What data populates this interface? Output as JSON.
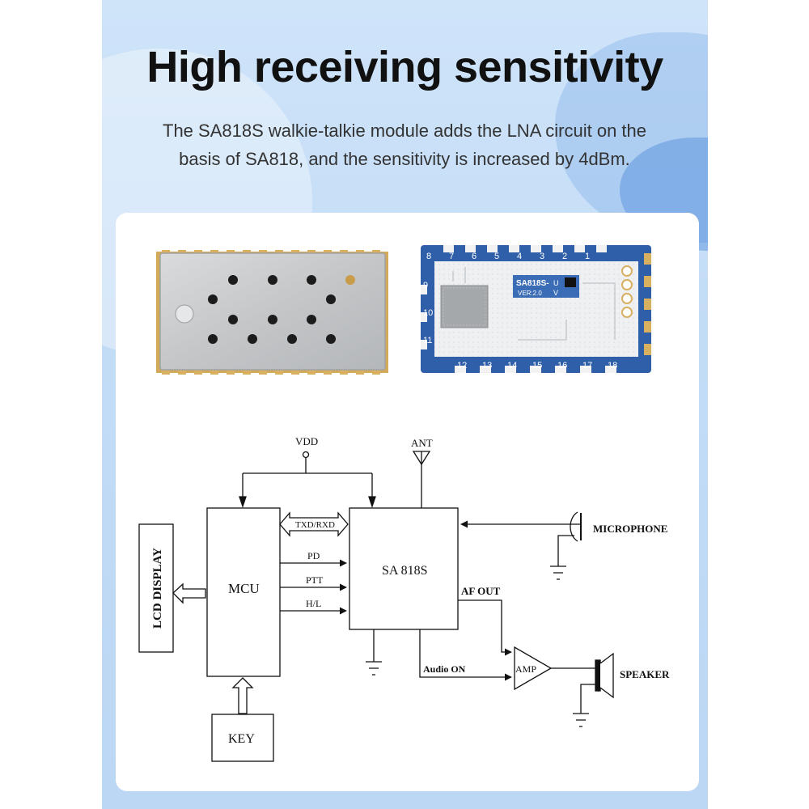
{
  "heading": {
    "title": "High receiving sensitivity",
    "subtitle_line1": "The SA818S walkie-talkie module adds the LNA circuit on the",
    "subtitle_line2": "basis of SA818,  and the sensitivity is increased by 4dBm."
  },
  "photo": {
    "pcb_label": "SA818S-",
    "pcb_version": "VER:2.0",
    "pcb_mark_u": "U",
    "pcb_mark_v": "V",
    "pin_top": [
      "8",
      "7",
      "6",
      "5",
      "4",
      "3",
      "2",
      "1"
    ],
    "pin_left": [
      "9",
      "10",
      "11"
    ],
    "pin_bottom": [
      "12",
      "13",
      "14",
      "15",
      "16",
      "17",
      "18"
    ]
  },
  "diagram": {
    "vdd": "VDD",
    "ant": "ANT",
    "txd_rxd": "TXD/RXD",
    "pd": "PD",
    "ptt": "PTT",
    "hl": "H/L",
    "mcu": "MCU",
    "module": "SA 818S",
    "lcd": "LCD DISPLAY",
    "key": "KEY",
    "microphone": "MICROPHONE",
    "af_out": "AF OUT",
    "audio_on": "Audio ON",
    "amp": "AMP",
    "speaker": "SPEAKER"
  },
  "colors": {
    "pcb_blue": "#2f5fa8",
    "shield_silver": "#c9cbcd",
    "pad_gold": "#d8b060"
  }
}
